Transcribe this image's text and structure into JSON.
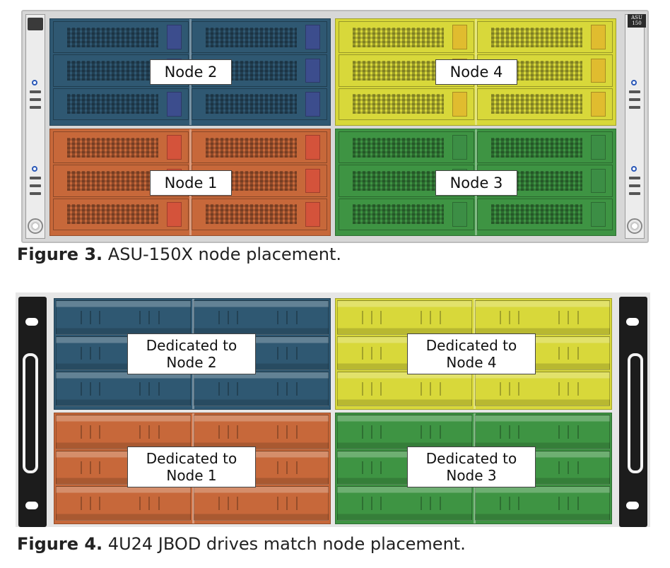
{
  "figure3": {
    "badge_line1": "ASU",
    "badge_line2": "150",
    "nodes": {
      "top_left": "Node 2",
      "top_right": "Node 4",
      "bottom_left": "Node 1",
      "bottom_right": "Node 3"
    },
    "caption_bold": "Figure 3.",
    "caption_text": " ASU-150X node placement."
  },
  "figure4": {
    "dedicated_prefix": "Dedicated to",
    "nodes": {
      "top_left": "Node 2",
      "top_right": "Node 4",
      "bottom_left": "Node 1",
      "bottom_right": "Node 3"
    },
    "caption_bold": "Figure 4.",
    "caption_text": " 4U24 JBOD drives match node placement."
  },
  "colors": {
    "blue": "#2f5872",
    "yellow": "#d8d83a",
    "orange": "#c7683a",
    "green": "#3e9443"
  }
}
